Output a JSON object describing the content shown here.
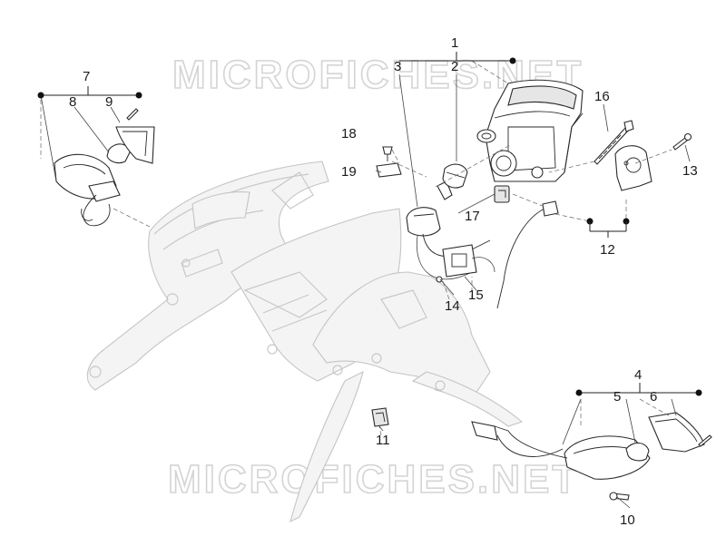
{
  "watermark": {
    "top": "MICROFICHES.NET",
    "bottom": "MICROFICHES.NET"
  },
  "callouts": {
    "c1": "1",
    "c2": "2",
    "c3": "3",
    "c4": "4",
    "c5": "5",
    "c6": "6",
    "c7": "7",
    "c8": "8",
    "c9": "9",
    "c10": "10",
    "c11": "11",
    "c12": "12",
    "c13": "13",
    "c14": "14",
    "c15": "15",
    "c16": "16",
    "c17": "17",
    "c18": "18",
    "c19": "19"
  }
}
